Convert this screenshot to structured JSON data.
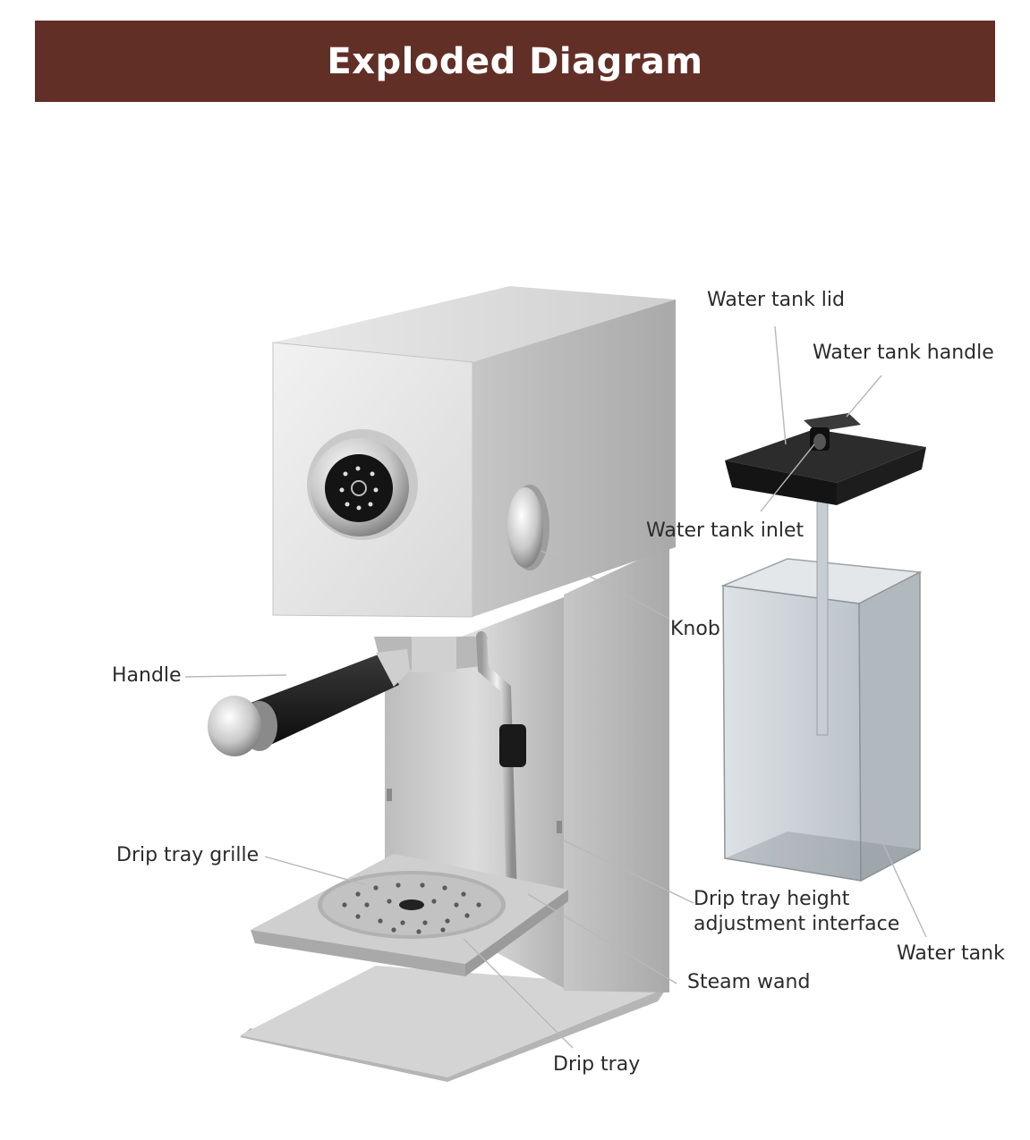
{
  "header": {
    "title": "Exploded Diagram"
  },
  "colors": {
    "banner": "#622f26",
    "banner_text": "#ffffff",
    "label_text": "#2b2b2b",
    "leader_line": "#b8b8b8",
    "machine_body": "#d9d9d9",
    "tank_lid": "#222222",
    "tank_body": "#c9d0d6"
  },
  "labels": {
    "water_tank_lid": "Water tank lid",
    "water_tank_handle": "Water tank handle",
    "water_tank_inlet": "Water tank inlet",
    "knob": "Knob",
    "handle": "Handle",
    "drip_tray_grille": "Drip tray grille",
    "drip_tray_height_line1": "Drip tray height",
    "drip_tray_height_line2": "adjustment interface",
    "water_tank": "Water tank",
    "steam_wand": "Steam wand",
    "drip_tray": "Drip tray"
  }
}
